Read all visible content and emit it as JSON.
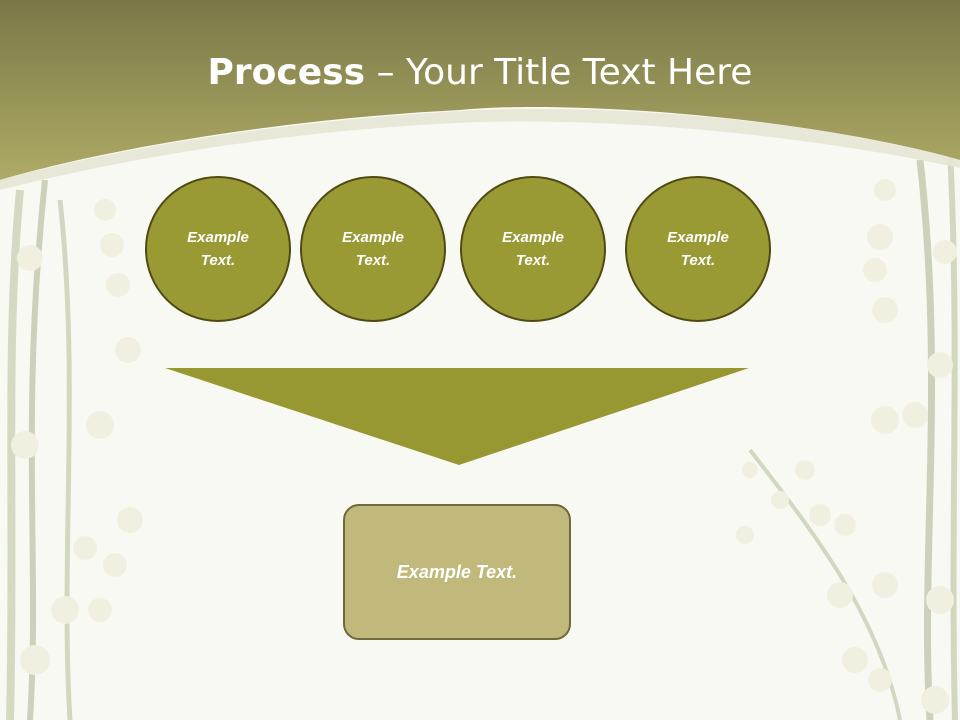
{
  "slide": {
    "title_bold": "Process",
    "title_rest": " – Your Title Text Here",
    "circles": [
      "Example Text.",
      "Example Text.",
      "Example Text.",
      "Example Text."
    ],
    "result_box": "Example Text."
  },
  "colors": {
    "header": "#a6a35c",
    "circle_fill": "#9a9a35",
    "circle_border": "#4f4a14",
    "funnel": "#989833",
    "box_fill": "#c1b97b",
    "box_border": "#6f6a3c"
  }
}
